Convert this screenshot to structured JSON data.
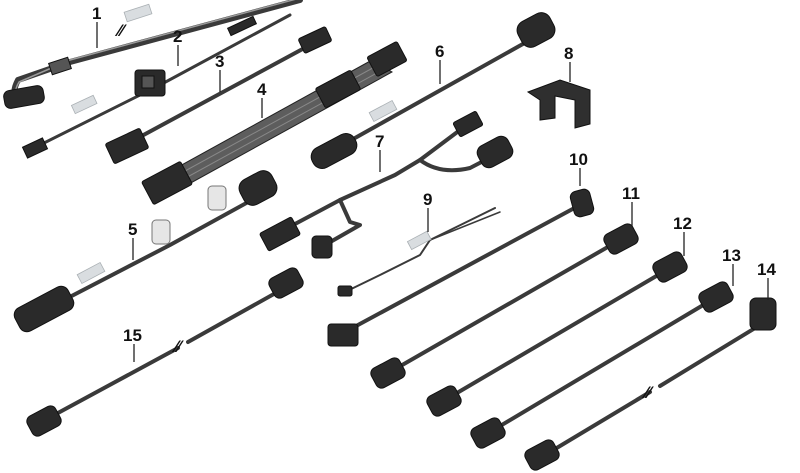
{
  "callouts": {
    "c1": "1",
    "c2": "2",
    "c3": "3",
    "c4": "4",
    "c5": "5",
    "c6": "6",
    "c7": "7",
    "c8": "8",
    "c9": "9",
    "c10": "10",
    "c11": "11",
    "c12": "12",
    "c13": "13",
    "c14": "14",
    "c15": "15"
  },
  "colors": {
    "cable": "#3a3a3a",
    "connector": "#2a2a2a",
    "background": "#ffffff"
  }
}
